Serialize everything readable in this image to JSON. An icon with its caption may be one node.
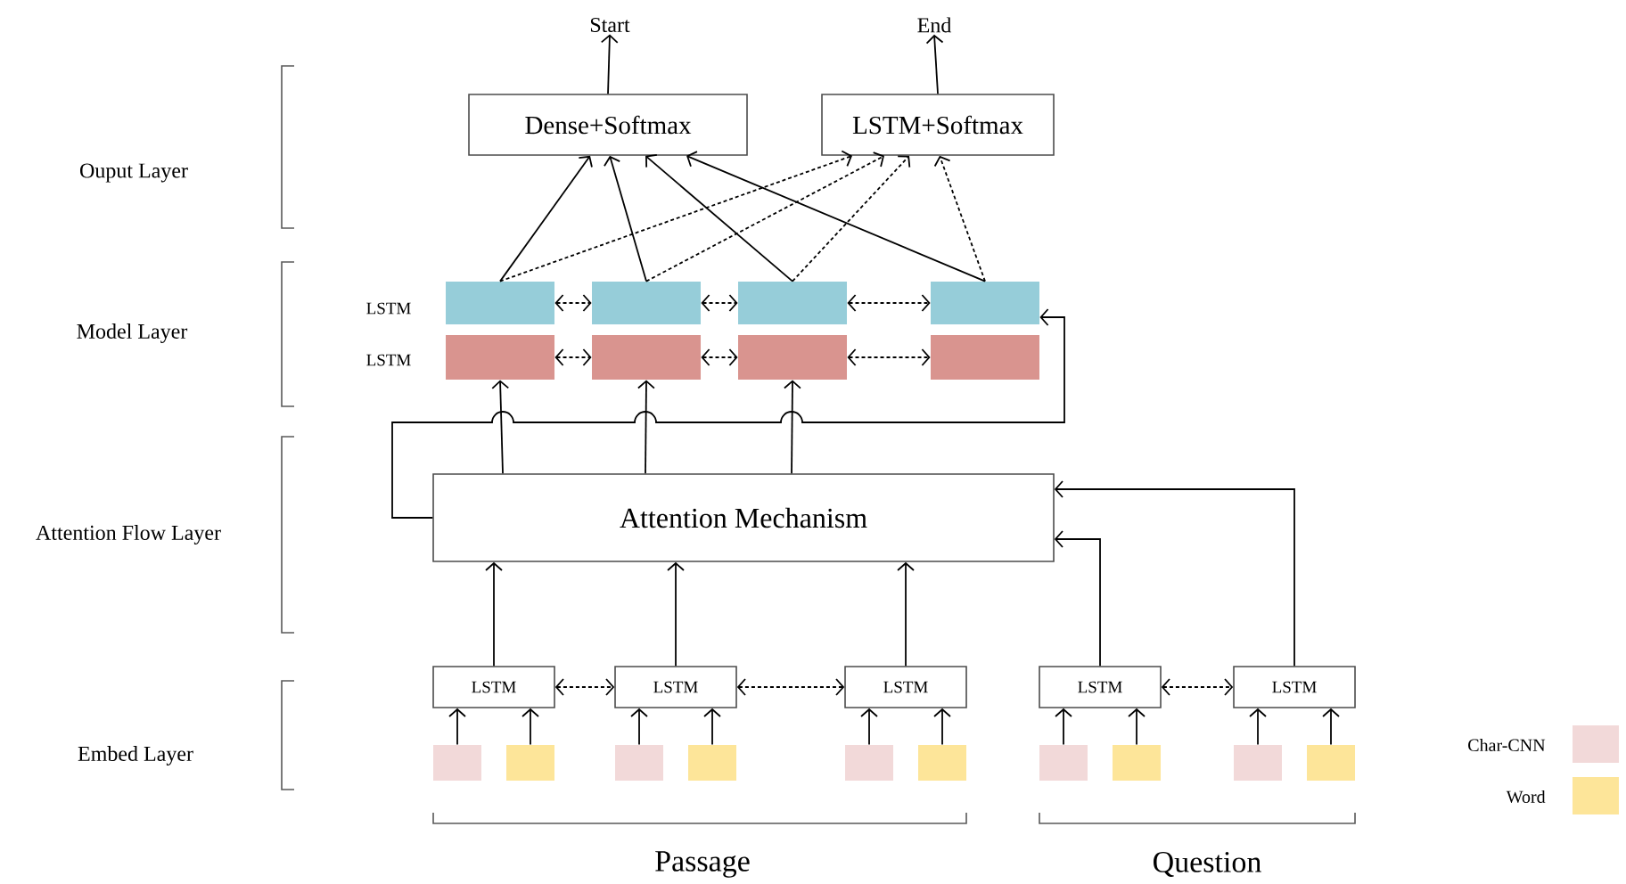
{
  "diagram": {
    "nodes": [
      {
        "text": [
          "Dense+Softmax"
        ]
      },
      {
        "text": [
          "LSTM+Softmax"
        ]
      },
      {
        "text": [
          "Start"
        ]
      },
      {
        "text": [
          "End"
        ]
      },
      {
        "text": [],
        "shape": "box"
      },
      {
        "text": [],
        "shape": "box"
      },
      {
        "text": [],
        "shape": "box"
      },
      {
        "text": [],
        "shape": "box"
      },
      {
        "text": [],
        "shape": "box"
      },
      {
        "text": [],
        "shape": "box"
      },
      {
        "text": [],
        "shape": "box"
      },
      {
        "text": [],
        "shape": "box"
      },
      {
        "text": [
          "Attention Mechanism"
        ]
      },
      {
        "text": [
          "LSTM"
        ]
      },
      {
        "text": [
          "LSTM"
        ]
      },
      {
        "text": [
          "LSTM"
        ]
      },
      {
        "text": [
          "LSTM"
        ]
      },
      {
        "text": [
          "LSTM"
        ]
      },
      {
        "text": [],
        "shape": "box"
      },
      {
        "text": [],
        "shape": "box"
      },
      {
        "text": [],
        "shape": "box"
      },
      {
        "text": [],
        "shape": "box"
      },
      {
        "text": [],
        "shape": "box"
      },
      {
        "text": [],
        "shape": "box"
      },
      {
        "text": [],
        "shape": "box"
      },
      {
        "text": [],
        "shape": "box"
      },
      {
        "text": [],
        "shape": "box"
      },
      {
        "text": [],
        "shape": "box"
      }
    ],
    "edges": [
      {
        "from": 0,
        "to": 2,
        "arrow": "to"
      },
      {
        "from": 1,
        "to": 3,
        "arrow": "to"
      },
      {
        "from": 4,
        "to": 0,
        "arrow": "to"
      },
      {
        "from": 5,
        "to": 0,
        "arrow": "to"
      },
      {
        "from": 6,
        "to": 0,
        "arrow": "to"
      },
      {
        "from": 7,
        "to": 0,
        "arrow": "to"
      },
      {
        "from": 4,
        "to": 1,
        "arrow": "to",
        "style": "dashed"
      },
      {
        "from": 5,
        "to": 1,
        "arrow": "to",
        "style": "dashed"
      },
      {
        "from": 6,
        "to": 1,
        "arrow": "to",
        "style": "dashed"
      },
      {
        "from": 7,
        "to": 1,
        "arrow": "to",
        "style": "dashed"
      },
      {
        "from": 4,
        "to": 5,
        "arrow": "both",
        "style": "dashed"
      },
      {
        "from": 5,
        "to": 6,
        "arrow": "both",
        "style": "dashed"
      },
      {
        "from": 6,
        "to": 7,
        "arrow": "both",
        "style": "dashed"
      },
      {
        "from": 8,
        "to": 9,
        "arrow": "both",
        "style": "dashed"
      },
      {
        "from": 9,
        "to": 10,
        "arrow": "both",
        "style": "dashed"
      },
      {
        "from": 10,
        "to": 11,
        "arrow": "both",
        "style": "dashed"
      },
      {
        "from": 12,
        "to": 8,
        "arrow": "to"
      },
      {
        "from": 12,
        "to": 9,
        "arrow": "to"
      },
      {
        "from": 12,
        "to": 10,
        "arrow": "to"
      },
      {
        "from": 12,
        "to": 7,
        "arrow": "to"
      },
      {
        "from": 13,
        "to": 12,
        "arrow": "to"
      },
      {
        "from": 14,
        "to": 12,
        "arrow": "to"
      },
      {
        "from": 15,
        "to": 12,
        "arrow": "to"
      },
      {
        "from": 16,
        "to": 12,
        "arrow": "to"
      },
      {
        "from": 17,
        "to": 12,
        "arrow": "to"
      },
      {
        "from": 13,
        "to": 14,
        "arrow": "both",
        "style": "dashed"
      },
      {
        "from": 14,
        "to": 15,
        "arrow": "both",
        "style": "dashed"
      },
      {
        "from": 16,
        "to": 17,
        "arrow": "both",
        "style": "dashed"
      },
      {
        "from": 18,
        "to": 13,
        "arrow": "to"
      },
      {
        "from": 19,
        "to": 13,
        "arrow": "to"
      },
      {
        "from": 20,
        "to": 14,
        "arrow": "to"
      },
      {
        "from": 21,
        "to": 14,
        "arrow": "to"
      },
      {
        "from": 22,
        "to": 15,
        "arrow": "to"
      },
      {
        "from": 23,
        "to": 15,
        "arrow": "to"
      },
      {
        "from": 24,
        "to": 16,
        "arrow": "to"
      },
      {
        "from": 25,
        "to": 16,
        "arrow": "to"
      },
      {
        "from": 26,
        "to": 17,
        "arrow": "to"
      },
      {
        "from": 27,
        "to": 17,
        "arrow": "to"
      }
    ],
    "labels": [
      "Ouput Layer",
      "LSTM",
      "Model Layer",
      "LSTM",
      "Attention Flow Layer",
      "Embed Layer",
      "Passage",
      "Question"
    ],
    "legend": [
      {
        "text": "Char-CNN",
        "color": "#f2d9d9"
      },
      {
        "text": "Word",
        "color": "#fde599"
      }
    ]
  }
}
